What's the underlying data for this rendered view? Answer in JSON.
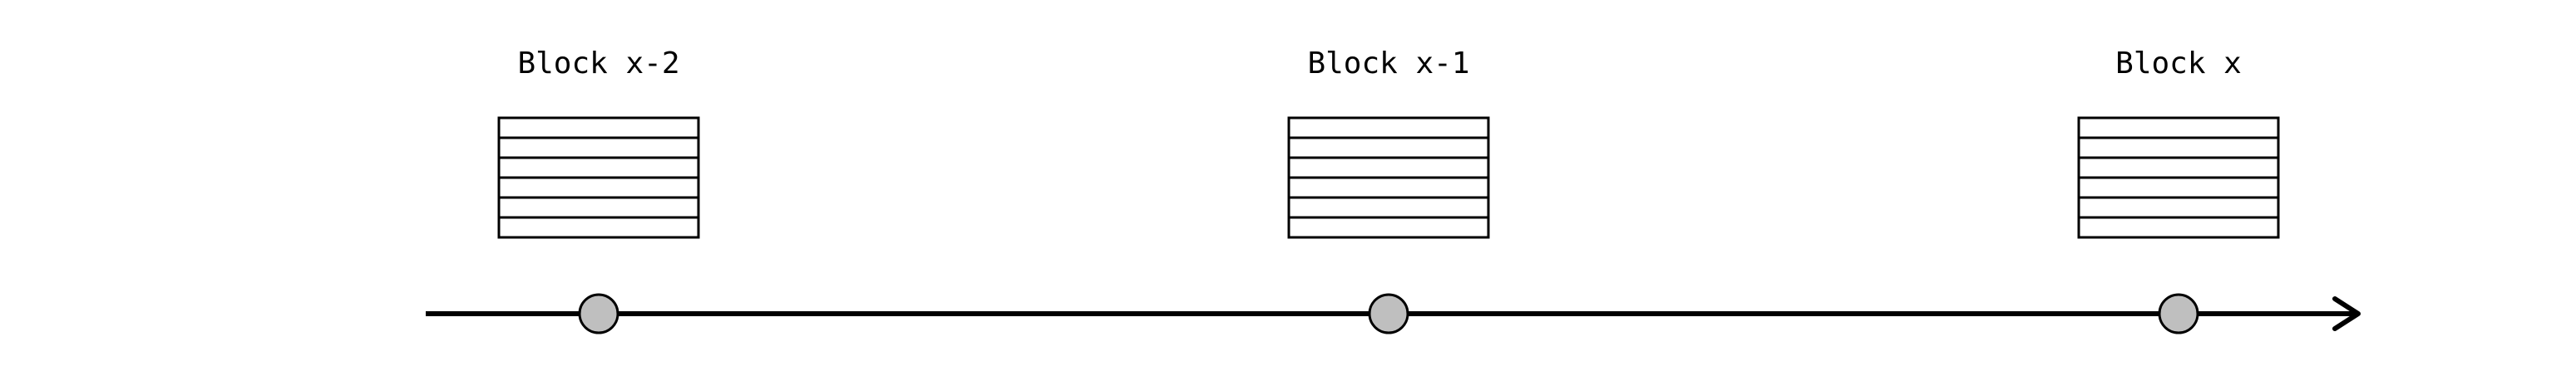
{
  "blocks": [
    {
      "label": "Block x-2",
      "rows": 6
    },
    {
      "label": "Block x-1",
      "rows": 6
    },
    {
      "label": "Block x",
      "rows": 6
    }
  ],
  "colors": {
    "stroke": "#000000",
    "node_fill": "#bfbfbf",
    "background": "#ffffff"
  },
  "timeline": {
    "arrow": "right"
  }
}
